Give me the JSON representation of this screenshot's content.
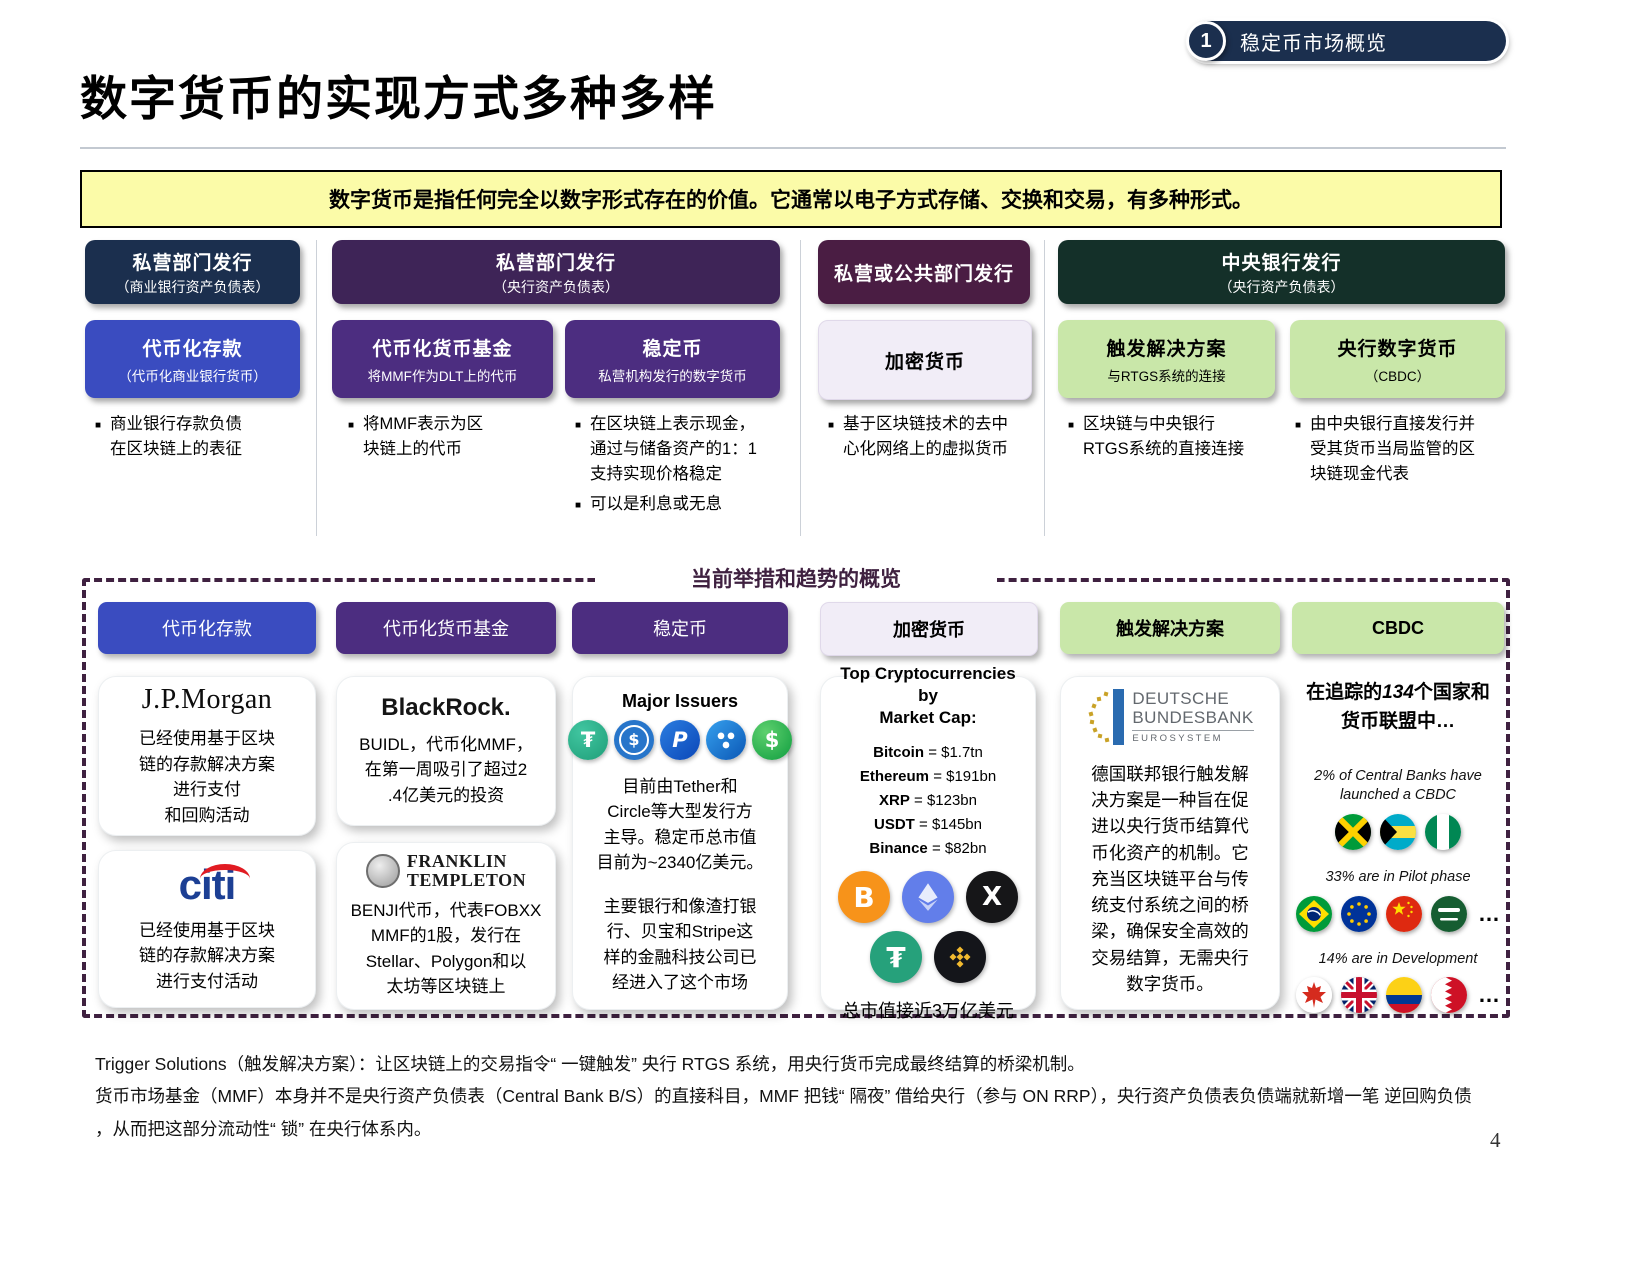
{
  "colors": {
    "navy": "#1b2f4e",
    "dark_purple": "#3e2457",
    "plum": "#4a1d43",
    "dark_green": "#143029",
    "royal_blue": "#3a4cc0",
    "purple": "#4c2d80",
    "lavender": "#f1edf7",
    "light_green": "#c9e7a9",
    "banner_yellow": "#fbfba8",
    "dash_purple": "#3f2140",
    "tether_teal": "#26a17b",
    "usdc_blue": "#2775ca",
    "bitcoin_orange": "#f7931a",
    "ethereum_blue": "#627eea",
    "bnb_gold": "#f3ba2f",
    "citi_blue": "#1c3f94",
    "citi_red": "#e11b22",
    "bundesbank_blue": "#2a6bb0",
    "bundesbank_gold": "#c9a227"
  },
  "badge": {
    "number": "1",
    "label": "稳定币市场概览"
  },
  "title": "数字货币的实现方式多种多样",
  "banner": "数字货币是指任何完全以数字形式存在的价值。它通常以电子方式存储、交换和交易，有多种形式。",
  "framework": {
    "groups": [
      {
        "title": "私营部门发行",
        "subtitle": "（商业银行资产负债表）"
      },
      {
        "title": "私营部门发行",
        "subtitle": "（央行资产负债表）"
      },
      {
        "title": "私营或公共部门发行",
        "subtitle": ""
      },
      {
        "title": "中央银行发行",
        "subtitle": "（央行资产负债表）"
      }
    ],
    "types": [
      {
        "title": "代币化存款",
        "subtitle": "（代币化商业银行货币）",
        "bullets": [
          "商业银行存款负债\n在区块链上的表征"
        ]
      },
      {
        "title": "代币化货币基金",
        "subtitle": "将MMF作为DLT上的代币",
        "bullets": [
          "将MMF表示为区\n块链上的代币"
        ]
      },
      {
        "title": "稳定币",
        "subtitle": "私营机构发行的数字货币",
        "bullets": [
          "在区块链上表示现金，\n通过与储备资产的1：1\n支持实现价格稳定",
          "可以是利息或无息"
        ]
      },
      {
        "title": "加密货币",
        "subtitle": "",
        "bullets": [
          "基于区块链技术的去中\n心化网络上的虚拟货币"
        ]
      },
      {
        "title": "触发解决方案",
        "subtitle": "与RTGS系统的连接",
        "bullets": [
          "区块链与中央银行\nRTGS系统的直接连接"
        ]
      },
      {
        "title": "央行数字货币",
        "subtitle": "（CBDC）",
        "bullets": [
          "由中央银行直接发行并\n受其货币当局监管的区\n块链现金代表"
        ]
      }
    ]
  },
  "overview": {
    "section_title": "当前举措和趋势的概览",
    "headers": [
      "代币化存款",
      "代币化货币基金",
      "稳定币",
      "加密货币",
      "触发解决方案",
      "CBDC"
    ],
    "jpmorgan": {
      "logo": "J.P.Morgan",
      "text": "已经使用基于区块\n链的存款解决方案\n进行支付\n和回购活动"
    },
    "citi": {
      "logo": "citi",
      "text": "已经使用基于区块\n链的存款解决方案\n进行支付活动"
    },
    "blackrock": {
      "logo": "BlackRock.",
      "text": "BUIDL，代币化MMF，\n在第一周吸引了超过2\n.4亿美元的投资"
    },
    "franklin": {
      "logo_line1": "FRANKLIN",
      "logo_line2": "TEMPLETON",
      "text": "BENJI代币，代表FOBXX\nMMF的1股，发行在\nStellar、Polygon和以\n太坊等区块链上"
    },
    "stablecoins": {
      "heading": "Major Issuers",
      "p1": "目前由Tether和\nCircle等大型发行方\n主导。稳定币总市值\n目前为~2340亿美元。",
      "p2": "主要银行和像渣打银\n行、贝宝和Stripe这\n样的金融科技公司已\n经进入了这个市场"
    },
    "crypto": {
      "heading": "Top Cryptocurrencies by\nMarket Cap:",
      "items": [
        {
          "name": "Bitcoin",
          "value": "= $1.7tn"
        },
        {
          "name": "Ethereum",
          "value": "= $191bn"
        },
        {
          "name": "XRP",
          "value": "= $123bn"
        },
        {
          "name": "USDT",
          "value": "= $145bn"
        },
        {
          "name": "Binance",
          "value": "= $82bn"
        }
      ],
      "footer": "总市值接近3万亿美元"
    },
    "trigger": {
      "logo_line1": "DEUTSCHE",
      "logo_line2": "BUNDESBANK",
      "logo_line3": "EUROSYSTEM",
      "text": "德国联邦银行触发解\n决方案是一种旨在促\n进以央行货币结算代\n币化资产的机制。它\n充当区块链平台与传\n统支付系统之间的桥\n梁，确保安全高效的\n交易结算，无需央行\n数字货币。"
    },
    "cbdc": {
      "heading_pre": "在追踪的",
      "heading_num": "134",
      "heading_post": "个国家和\n货币联盟中…",
      "stats": [
        {
          "label": "2% of Central Banks have\nlaunched a CBDC",
          "more": ""
        },
        {
          "label": "33% are in Pilot phase",
          "more": "…"
        },
        {
          "label": "14% are in Development",
          "more": "…"
        }
      ]
    }
  },
  "footnotes": [
    "Trigger Solutions（触发解决方案）：让区块链上的交易指令“ 一键触发” 央行 RTGS 系统，用央行货币完成最终结算的桥梁机制。",
    "货币市场基金（MMF）本身并不是央行资产负债表（Central Bank B/S）的直接科目，MMF 把钱“ 隔夜” 借给央行（参与 ON RRP），央行资产负债表负债端就新增一笔 逆回购负债",
    "，从而把这部分流动性“ 锁” 在央行体系内。"
  ],
  "page_number": "4"
}
